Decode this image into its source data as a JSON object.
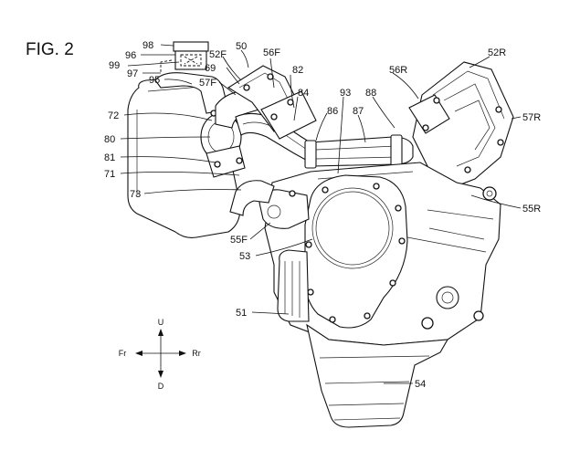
{
  "figure": {
    "title": "FIG. 2"
  },
  "labels": {
    "l98": "98",
    "l96": "96",
    "l99": "99",
    "l97": "97",
    "l95": "95",
    "l52F": "52F",
    "l50": "50",
    "l69": "69",
    "l57F": "57F",
    "l56F": "56F",
    "l82": "82",
    "l84": "84",
    "l93": "93",
    "l86": "86",
    "l87": "87",
    "l88": "88",
    "l56R": "56R",
    "l52R": "52R",
    "l57R": "57R",
    "l72": "72",
    "l80": "80",
    "l81": "81",
    "l71": "71",
    "l73": "73",
    "l55F": "55F",
    "l53": "53",
    "l55R": "55R",
    "l51": "51",
    "l54": "54"
  },
  "directions": {
    "up": "U",
    "down": "D",
    "front": "Fr",
    "rear": "Rr"
  }
}
